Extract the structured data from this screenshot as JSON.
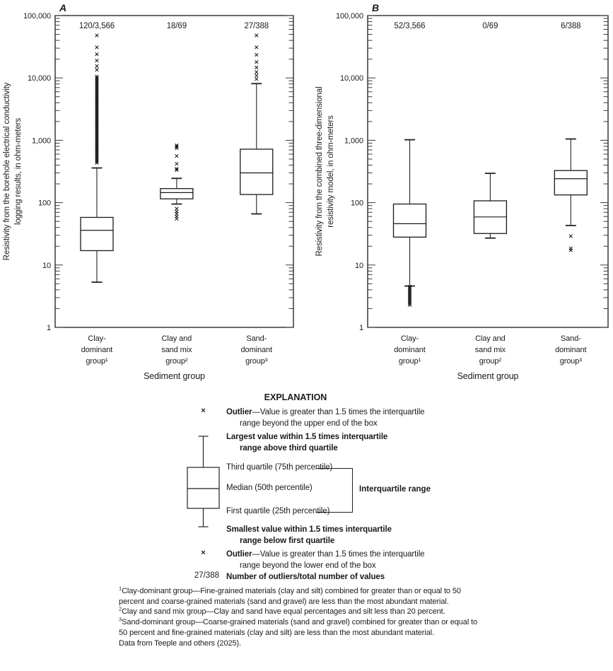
{
  "chart_data": {
    "type": "boxplot",
    "scale": "log",
    "y_min": 1,
    "y_max": 100000,
    "y_tick_labels": [
      "1",
      "10",
      "100",
      "1,000",
      "10,000",
      "100,000"
    ],
    "x_axis_label": "Sediment group",
    "outlier_symbol": "×",
    "grid": false,
    "panels": [
      {
        "letter": "A",
        "y_axis_label_lines": [
          "Resistivity from the borehole electrical conductivity",
          "logging results, in ohm-meters"
        ],
        "groups": [
          {
            "label_lines": [
              "Clay-",
              "dominant",
              "group¹"
            ],
            "outlier_count_label": "120/3,566",
            "stats": {
              "whisker_low": 5.3,
              "q1": 17,
              "median": 36,
              "q3": 58,
              "whisker_high": 360
            },
            "outliers_above": [
              48000,
              31000,
              24000,
              19000,
              15500,
              13500
            ],
            "outliers_below": [],
            "outlier_bands": [
              {
                "min": 420,
                "max": 10500
              }
            ]
          },
          {
            "label_lines": [
              "Clay and",
              "sand mix",
              "group²"
            ],
            "outlier_count_label": "18/69",
            "stats": {
              "whisker_low": 95,
              "q1": 115,
              "median": 145,
              "q3": 168,
              "whisker_high": 245
            },
            "outliers_above": [
              830,
              790,
              750,
              560,
              420,
              350,
              335
            ],
            "outliers_below": [
              80,
              72,
              66,
              60,
              55
            ],
            "outlier_bands": []
          },
          {
            "label_lines": [
              "Sand-",
              "dominant",
              "group³"
            ],
            "outlier_count_label": "27/388",
            "stats": {
              "whisker_low": 66,
              "q1": 135,
              "median": 300,
              "q3": 720,
              "whisker_high": 8100
            },
            "outliers_above": [
              48000,
              31000,
              23500,
              18000,
              14700,
              12400,
              10900,
              9600
            ],
            "outliers_below": [],
            "outlier_bands": []
          }
        ]
      },
      {
        "letter": "B",
        "y_axis_label_lines": [
          "Resistivity from the combined three-dimensional",
          "resistivity model, in ohm-meters"
        ],
        "groups": [
          {
            "label_lines": [
              "Clay-",
              "dominant",
              "group¹"
            ],
            "outlier_count_label": "52/3,566",
            "stats": {
              "whisker_low": 4.6,
              "q1": 28,
              "median": 46,
              "q3": 95,
              "whisker_high": 1020
            },
            "outliers_above": [],
            "outliers_below": [],
            "outlier_bands": [
              {
                "min": 2.2,
                "max": 4.5
              }
            ]
          },
          {
            "label_lines": [
              "Clay and",
              "sand mix",
              "group²"
            ],
            "outlier_count_label": "0/69",
            "stats": {
              "whisker_low": 27,
              "q1": 32,
              "median": 59,
              "q3": 107,
              "whisker_high": 295
            },
            "outliers_above": [],
            "outliers_below": [],
            "outlier_bands": []
          },
          {
            "label_lines": [
              "Sand-",
              "dominant",
              "group³"
            ],
            "outlier_count_label": "6/388",
            "stats": {
              "whisker_low": 43,
              "q1": 133,
              "median": 242,
              "q3": 327,
              "whisker_high": 1050
            },
            "outliers_above": [],
            "outliers_below": [
              29,
              18.5,
              17.2
            ],
            "outlier_bands": []
          }
        ]
      }
    ]
  },
  "explanation": {
    "title": "EXPLANATION",
    "outlier_symbol": "×",
    "entries": {
      "outlier_upper": {
        "term": "Outlier",
        "text1": "—Value is greater than 1.5 times the interquartile",
        "text2": "range beyond the upper end of the box"
      },
      "largest": {
        "text1": "Largest value within 1.5 times interquartile",
        "text2": "range above third quartile"
      },
      "third_quartile": "Third quartile (75th percentile)",
      "median": "Median (50th percentile)",
      "first_quartile": "First quartile (25th percentile)",
      "iqr": "Interquartile range",
      "smallest": {
        "text1": "Smallest value within 1.5 times interquartile",
        "text2": "range below first quartile"
      },
      "outlier_lower": {
        "term": "Outlier",
        "text1": "—Value is greater than 1.5 times the interquartile",
        "text2": "range beyond the lower end of the box"
      },
      "count": {
        "key": "27/388",
        "label": "Number of outliers/total number of values"
      }
    }
  },
  "footnotes": [
    {
      "marker": "1",
      "text": "Clay-dominant group—Fine-grained materials (clay and silt) combined for greater than or equal to 50 percent and coarse-grained materials (sand and gravel) are less than the most abundant material."
    },
    {
      "marker": "2",
      "text": "Clay and sand mix group—Clay and sand have equal percentages and silt less than 20 percent."
    },
    {
      "marker": "3",
      "text": "Sand-dominant group—Coarse-grained materials (sand and gravel) combined for greater than or equal to 50 percent and fine-grained materials (clay and silt) are less than the most abundant material."
    },
    {
      "marker": "",
      "text": "Data from Teeple and others (2025)."
    }
  ]
}
